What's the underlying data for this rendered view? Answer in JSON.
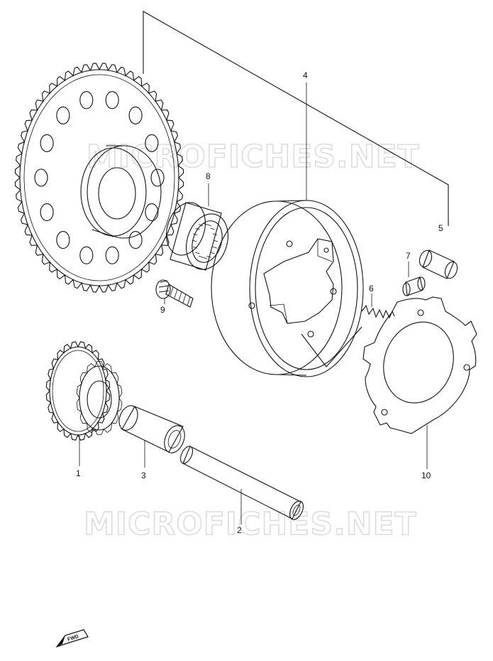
{
  "watermark": {
    "text": "MICROFICHES.NET"
  },
  "fwd_label": "FWD",
  "callouts": [
    {
      "id": "1",
      "label": "1"
    },
    {
      "id": "2",
      "label": "2"
    },
    {
      "id": "3",
      "label": "3"
    },
    {
      "id": "4",
      "label": "4"
    },
    {
      "id": "5",
      "label": "5"
    },
    {
      "id": "6",
      "label": "6"
    },
    {
      "id": "7",
      "label": "7"
    },
    {
      "id": "8",
      "label": "8"
    },
    {
      "id": "9",
      "label": "9"
    },
    {
      "id": "10",
      "label": "10"
    }
  ]
}
